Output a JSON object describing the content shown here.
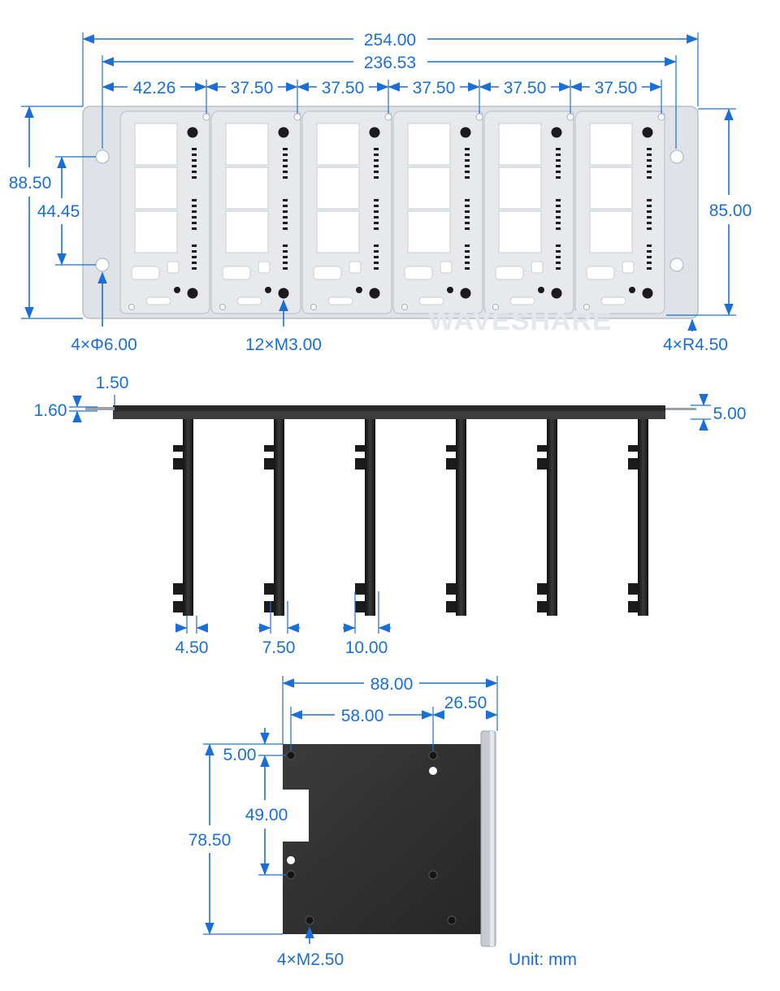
{
  "front_view": {
    "overall_width": "254.00",
    "hole_span": "236.53",
    "first_pitch": "42.26",
    "pitches": [
      "37.50",
      "37.50",
      "37.50",
      "37.50",
      "37.50"
    ],
    "overall_height": "88.50",
    "hole_vertical": "44.45",
    "plate_height": "85.00",
    "hole_callout": "4×Φ6.00",
    "screw_callout": "12×M3.00",
    "corner_callout": "4×R4.50",
    "watermark": "WAVESHARE"
  },
  "top_view": {
    "lip": "1.50",
    "plate_thickness": "1.60",
    "flange": "5.00",
    "slot_widths": [
      "4.50",
      "7.50",
      "10.00"
    ]
  },
  "side_view": {
    "depth": "88.00",
    "hole_pitch": "58.00",
    "front_offset": "26.50",
    "top_offset": "5.00",
    "hole_vertical": "49.00",
    "height": "78.50",
    "screw_callout": "4×M2.50",
    "unit": "Unit: mm"
  },
  "colors": {
    "dimension": "#1a6fd6",
    "plate": "#dfe2e7",
    "bracket": "#2b2b2b"
  }
}
